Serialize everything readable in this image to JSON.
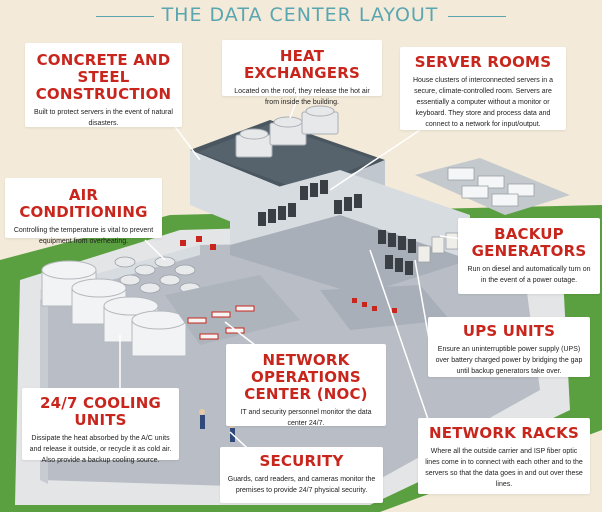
{
  "title": "THE DATA CENTER LAYOUT",
  "colors": {
    "background": "#f3ead9",
    "accent_red": "#c8261d",
    "title_teal": "#5aa6b0",
    "grass": "#5aa040",
    "building_wall": "#d7dce1",
    "roof_dark": "#4a5660",
    "floor": "#b9bec6"
  },
  "callouts": {
    "concrete": {
      "heading": "CONCRETE AND STEEL CONSTRUCTION",
      "body": "Built to protect servers in the event of natural disasters."
    },
    "heat": {
      "heading": "HEAT EXCHANGERS",
      "body": "Located on the roof, they release the hot air from inside the building."
    },
    "server_rooms": {
      "heading": "SERVER ROOMS",
      "body": "House clusters of interconnected servers in a secure, climate-controlled room. Servers are essentially a computer without a monitor or keyboard. They store and process data and connect to a network for input/output."
    },
    "air": {
      "heading": "AIR CONDITIONING",
      "body": "Controlling the temperature is vital to prevent equipment from overheating."
    },
    "backup": {
      "heading": "BACKUP GENERATORS",
      "body": "Run on diesel and automatically turn on in the event of a power outage."
    },
    "ups": {
      "heading": "UPS UNITS",
      "body": "Ensure an uninterruptible power supply (UPS) over battery charged power by bridging the gap until backup generators take over."
    },
    "noc": {
      "heading": "NETWORK OPERATIONS CENTER (NOC)",
      "body": "IT and security personnel monitor the data center 24/7."
    },
    "cooling": {
      "heading": "24/7 COOLING UNITS",
      "body": "Dissipate the heat absorbed by the A/C units and release it outside, or recycle it as cold air. Also provide a backup cooling source."
    },
    "racks": {
      "heading": "NETWORK RACKS",
      "body": "Where all the outside carrier and ISP fiber optic lines come in to connect with each other and to the servers so that the data goes in and out over these lines."
    },
    "security": {
      "heading": "SECURITY",
      "body": "Guards, card readers, and cameras monitor the premises to provide 24/7 physical security."
    }
  }
}
